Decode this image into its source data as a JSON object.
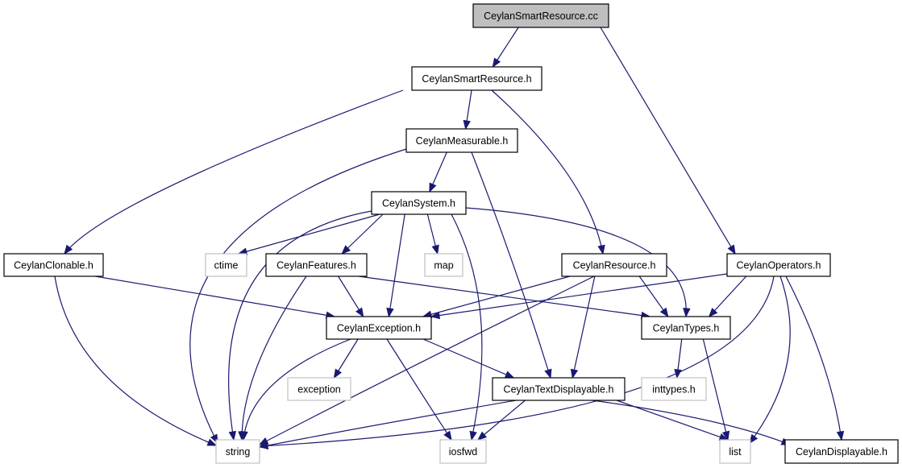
{
  "graph": {
    "colors": {
      "edge": "#191970",
      "node_border": "#000000",
      "external_node_border": "#c0c0c0",
      "root_fill": "#bfbfbf"
    },
    "nodes": [
      {
        "id": "root",
        "label": "CeylanSmartResource.cc",
        "kind": "root"
      },
      {
        "id": "smartres",
        "label": "CeylanSmartResource.h",
        "kind": "internal"
      },
      {
        "id": "measurable",
        "label": "CeylanMeasurable.h",
        "kind": "internal"
      },
      {
        "id": "system",
        "label": "CeylanSystem.h",
        "kind": "internal"
      },
      {
        "id": "clonable",
        "label": "CeylanClonable.h",
        "kind": "internal"
      },
      {
        "id": "ctime",
        "label": "ctime",
        "kind": "external"
      },
      {
        "id": "features",
        "label": "CeylanFeatures.h",
        "kind": "internal"
      },
      {
        "id": "map",
        "label": "map",
        "kind": "external"
      },
      {
        "id": "resource",
        "label": "CeylanResource.h",
        "kind": "internal"
      },
      {
        "id": "operators",
        "label": "CeylanOperators.h",
        "kind": "internal"
      },
      {
        "id": "exception",
        "label": "CeylanException.h",
        "kind": "internal"
      },
      {
        "id": "types",
        "label": "CeylanTypes.h",
        "kind": "internal"
      },
      {
        "id": "stdexception",
        "label": "exception",
        "kind": "external"
      },
      {
        "id": "textdisp",
        "label": "CeylanTextDisplayable.h",
        "kind": "internal"
      },
      {
        "id": "inttypes",
        "label": "inttypes.h",
        "kind": "external"
      },
      {
        "id": "string",
        "label": "string",
        "kind": "external"
      },
      {
        "id": "iosfwd",
        "label": "iosfwd",
        "kind": "external"
      },
      {
        "id": "list",
        "label": "list",
        "kind": "external"
      },
      {
        "id": "displayable",
        "label": "CeylanDisplayable.h",
        "kind": "internal"
      }
    ],
    "edges": [
      {
        "from": "root",
        "to": "smartres"
      },
      {
        "from": "root",
        "to": "operators"
      },
      {
        "from": "smartres",
        "to": "clonable"
      },
      {
        "from": "smartres",
        "to": "measurable"
      },
      {
        "from": "smartres",
        "to": "resource"
      },
      {
        "from": "measurable",
        "to": "system"
      },
      {
        "from": "measurable",
        "to": "string"
      },
      {
        "from": "measurable",
        "to": "textdisp"
      },
      {
        "from": "system",
        "to": "string"
      },
      {
        "from": "system",
        "to": "ctime"
      },
      {
        "from": "system",
        "to": "features"
      },
      {
        "from": "system",
        "to": "exception"
      },
      {
        "from": "system",
        "to": "map"
      },
      {
        "from": "system",
        "to": "iosfwd"
      },
      {
        "from": "system",
        "to": "types"
      },
      {
        "from": "clonable",
        "to": "exception"
      },
      {
        "from": "clonable",
        "to": "string"
      },
      {
        "from": "features",
        "to": "exception"
      },
      {
        "from": "features",
        "to": "string"
      },
      {
        "from": "features",
        "to": "types"
      },
      {
        "from": "resource",
        "to": "exception"
      },
      {
        "from": "resource",
        "to": "string"
      },
      {
        "from": "resource",
        "to": "types"
      },
      {
        "from": "resource",
        "to": "textdisp"
      },
      {
        "from": "operators",
        "to": "exception"
      },
      {
        "from": "operators",
        "to": "types"
      },
      {
        "from": "operators",
        "to": "string"
      },
      {
        "from": "operators",
        "to": "list"
      },
      {
        "from": "operators",
        "to": "displayable"
      },
      {
        "from": "exception",
        "to": "stdexception"
      },
      {
        "from": "exception",
        "to": "string"
      },
      {
        "from": "exception",
        "to": "iosfwd"
      },
      {
        "from": "exception",
        "to": "textdisp"
      },
      {
        "from": "types",
        "to": "inttypes"
      },
      {
        "from": "types",
        "to": "list"
      },
      {
        "from": "textdisp",
        "to": "string"
      },
      {
        "from": "textdisp",
        "to": "iosfwd"
      },
      {
        "from": "textdisp",
        "to": "list"
      },
      {
        "from": "textdisp",
        "to": "displayable"
      }
    ]
  }
}
